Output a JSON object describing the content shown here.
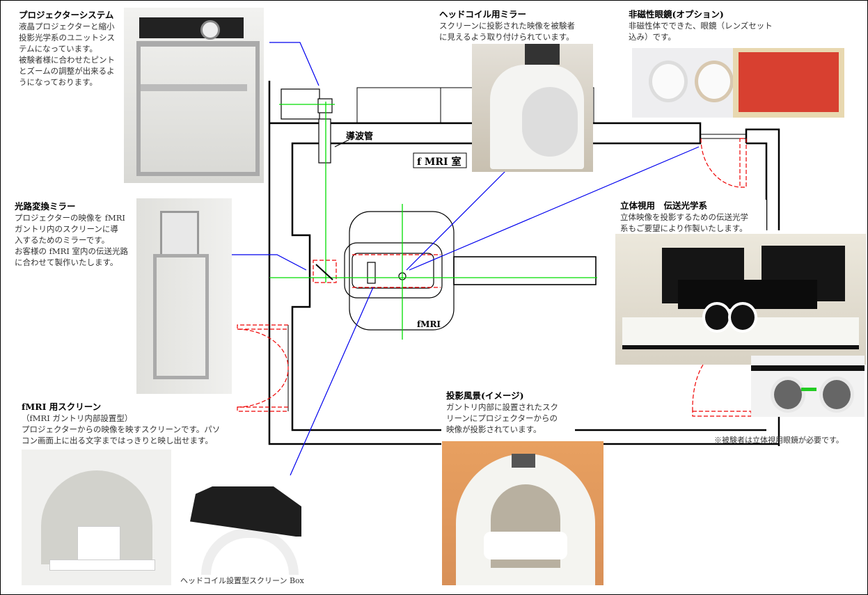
{
  "projector": {
    "title": "プロジェクターシステム",
    "lines": [
      "液晶プロジェクターと縮小",
      "投影光学系のユニットシス",
      "テムになっています。",
      "被験者様に合わせたピント",
      "とズームの調整が出来るよ",
      "うになっております。"
    ]
  },
  "mirror": {
    "title": "光路変換ミラー",
    "lines": [
      "プロジェクターの映像を fMRI",
      "ガントリ内のスクリーンに導",
      "入するためのミラーです。",
      "お客様の fMRI 室内の伝送光路",
      "に合わせて製作いたします。"
    ]
  },
  "screen": {
    "title": "fMRI 用スクリーン",
    "subtitle": "（fMRI ガントリ内部設置型）",
    "lines": [
      "プロジェクターからの映像を映すスクリーンです。パソ",
      "コン画面上に出る文字まではっきりと映し出せます。"
    ]
  },
  "headcoil": {
    "title": "ヘッドコイル用ミラー",
    "lines": [
      "スクリーンに投影された映像を被験者",
      "に見えるよう取り付けられています。"
    ]
  },
  "glasses": {
    "title": "非磁性眼鏡(オプション)",
    "lines": [
      "非磁性体でできた、眼鏡（レンズセット",
      "込み）です。"
    ]
  },
  "stereo": {
    "title": "立体視用　伝送光学系",
    "lines": [
      "立体映像を投影するための伝送光学",
      "系もご要望により作製いたします。"
    ]
  },
  "scene": {
    "title": "投影風景(イメージ)",
    "lines": [
      "ガントリ内部に設置されたスク",
      "リーンにプロジェクターからの",
      "映像が投影されています。"
    ]
  },
  "box_caption": "ヘッドコイル設置型スクリーン Box",
  "note": "※被験者は立体視用眼鏡が必要です。",
  "plan": {
    "room_label": "f MRI 室",
    "waveguide_label": "導波管",
    "mri_label": "fMRI"
  },
  "colors": {
    "optical_path": "#00dd00",
    "leader": "#0000ee",
    "door": "#ee0000"
  }
}
